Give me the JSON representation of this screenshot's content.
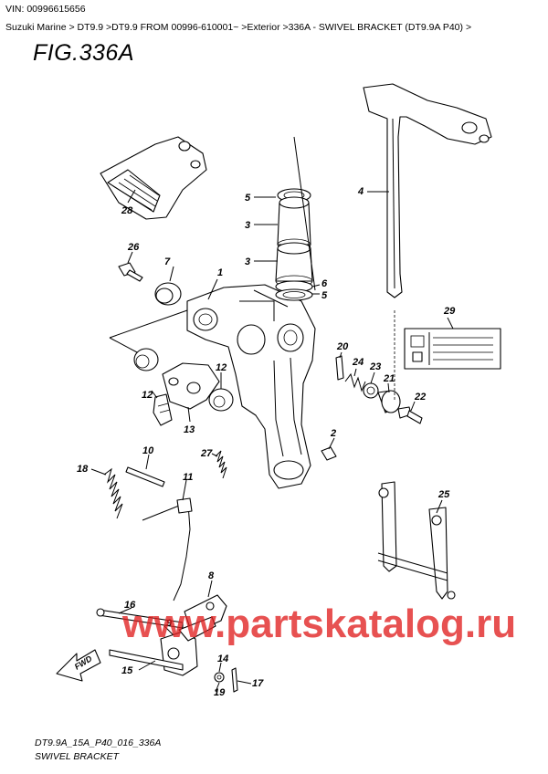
{
  "header": {
    "vin_text": "VIN: 00996615656",
    "breadcrumb": "Suzuki Marine > DT9.9 >DT9.9 FROM 00996-610001~ >Exterior >336A - SWIVEL BRACKET (DT9.9A P40) >"
  },
  "figure": {
    "title": "FIG.336A"
  },
  "callouts": {
    "c1": "1",
    "c2": "2",
    "c3a": "3",
    "c3b": "3",
    "c4": "4",
    "c5a": "5",
    "c5b": "5",
    "c6": "6",
    "c7": "7",
    "c8": "8",
    "c9": "9",
    "c10": "10",
    "c11": "11",
    "c12a": "12",
    "c12b": "12",
    "c13": "13",
    "c14": "14",
    "c15": "15",
    "c16": "16",
    "c17": "17",
    "c18": "18",
    "c19": "19",
    "c20": "20",
    "c21": "21",
    "c22": "22",
    "c23": "23",
    "c24": "24",
    "c25": "25",
    "c26": "26",
    "c27": "27",
    "c28": "28",
    "c29": "29"
  },
  "fwd_label": "FWD",
  "watermark": "www.partskatalog.ru",
  "footer": {
    "code": "DT9.9A_15A_P40_016_336A",
    "caption": "SWIVEL BRACKET"
  }
}
